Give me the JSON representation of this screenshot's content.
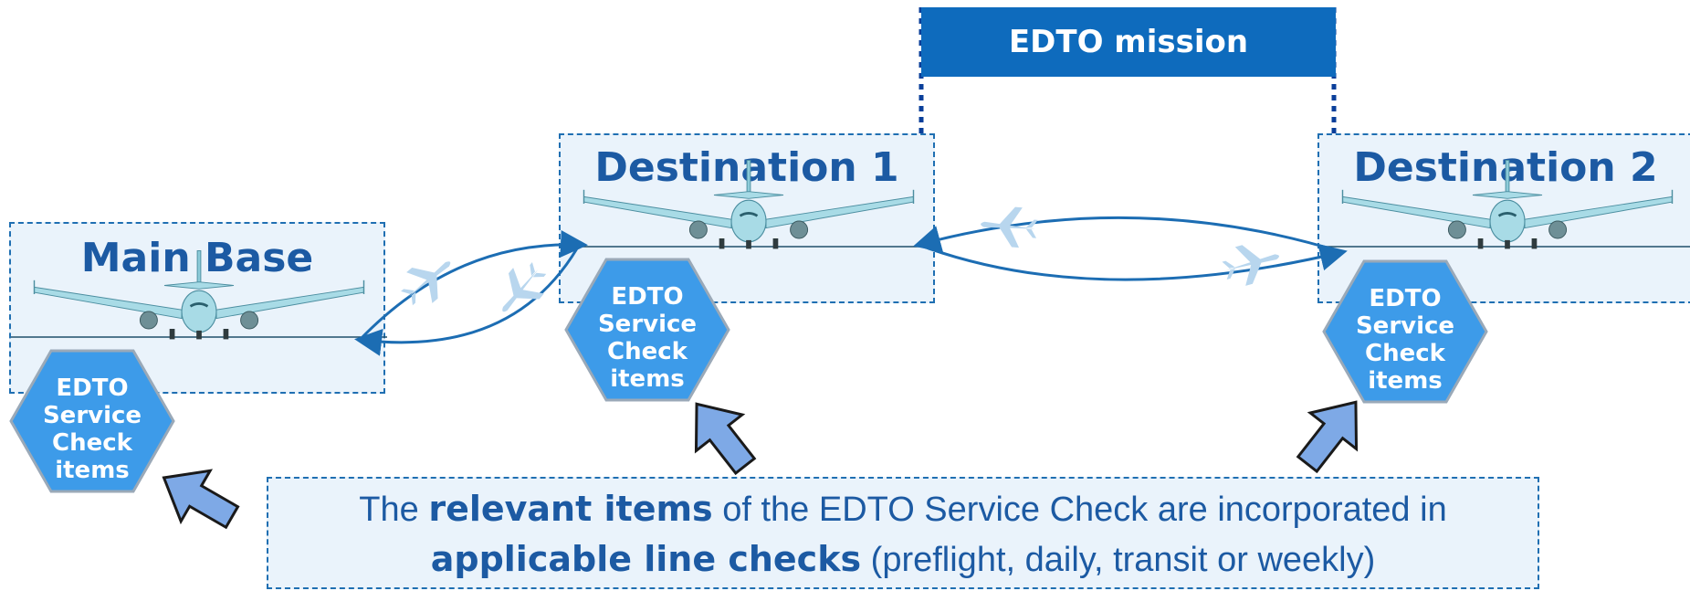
{
  "mission": {
    "label": "EDTO mission"
  },
  "stations": {
    "main_base": {
      "title": "Main Base"
    },
    "destination1": {
      "title": "Destination 1"
    },
    "destination2": {
      "title": "Destination 2"
    }
  },
  "hex": {
    "line1": "EDTO",
    "line2": "Service",
    "line3": "Check",
    "line4": "items"
  },
  "note": {
    "part1": "The ",
    "bold1": "relevant items",
    "part2": " of the EDTO Service Check are incorporated in",
    "bold2": "applicable line checks",
    "part3": " (preflight, daily, transit or weekly)"
  },
  "colors": {
    "accent": "#1c5aa3",
    "box_fill": "#eaf3fb",
    "hex_fill": "#3d9be9",
    "mission_fill": "#0e6bbd",
    "arrow_fill": "#7ea9e6"
  }
}
